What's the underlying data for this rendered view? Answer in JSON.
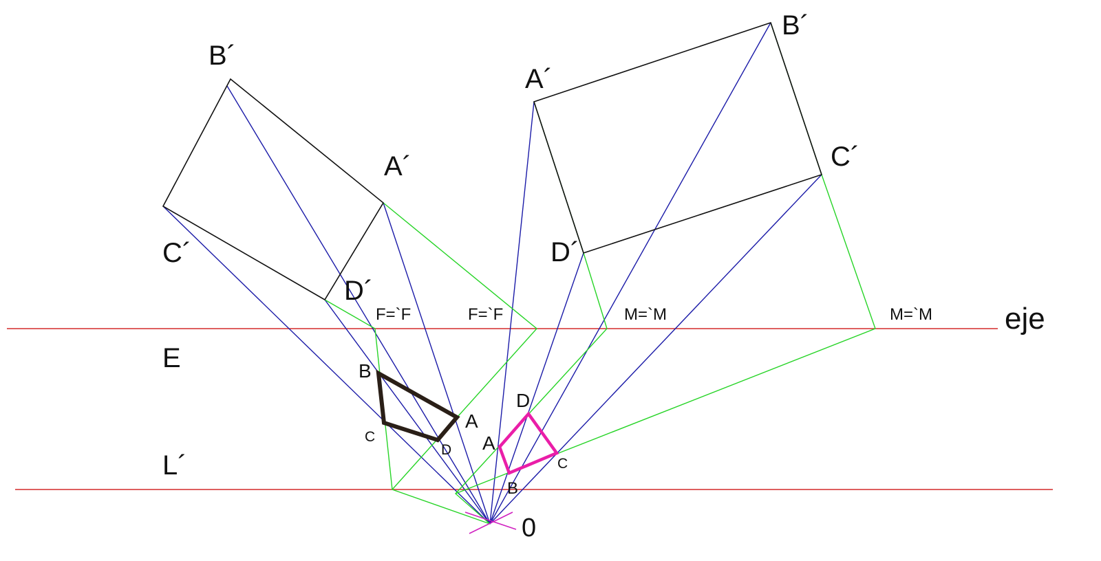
{
  "colors": {
    "axis": "#d42a2a",
    "construction": "#1b1ba8",
    "affinity": "#27d427",
    "figure": "#111111",
    "shape_dark": "#2a1f17",
    "shape_magenta": "#ea1ea8",
    "center_mark": "#d020c0"
  },
  "labels": {
    "left": {
      "b_prime": "B´",
      "a_prime": "A´",
      "c_prime": "C´",
      "d_prime": "D´",
      "f1": "F=`F",
      "f2": "F=`F",
      "e": "E",
      "l_prime": "L´",
      "b": "B",
      "a": "A",
      "c": "C",
      "d": "D"
    },
    "right": {
      "a_prime": "A´",
      "b_prime": "B´",
      "c_prime": "C´",
      "d_prime": "D´",
      "m1": "M=`M",
      "m2": "M=`M",
      "a": "A",
      "b": "B",
      "c": "C",
      "d": "D"
    },
    "eje": "eje",
    "origin": "0"
  }
}
